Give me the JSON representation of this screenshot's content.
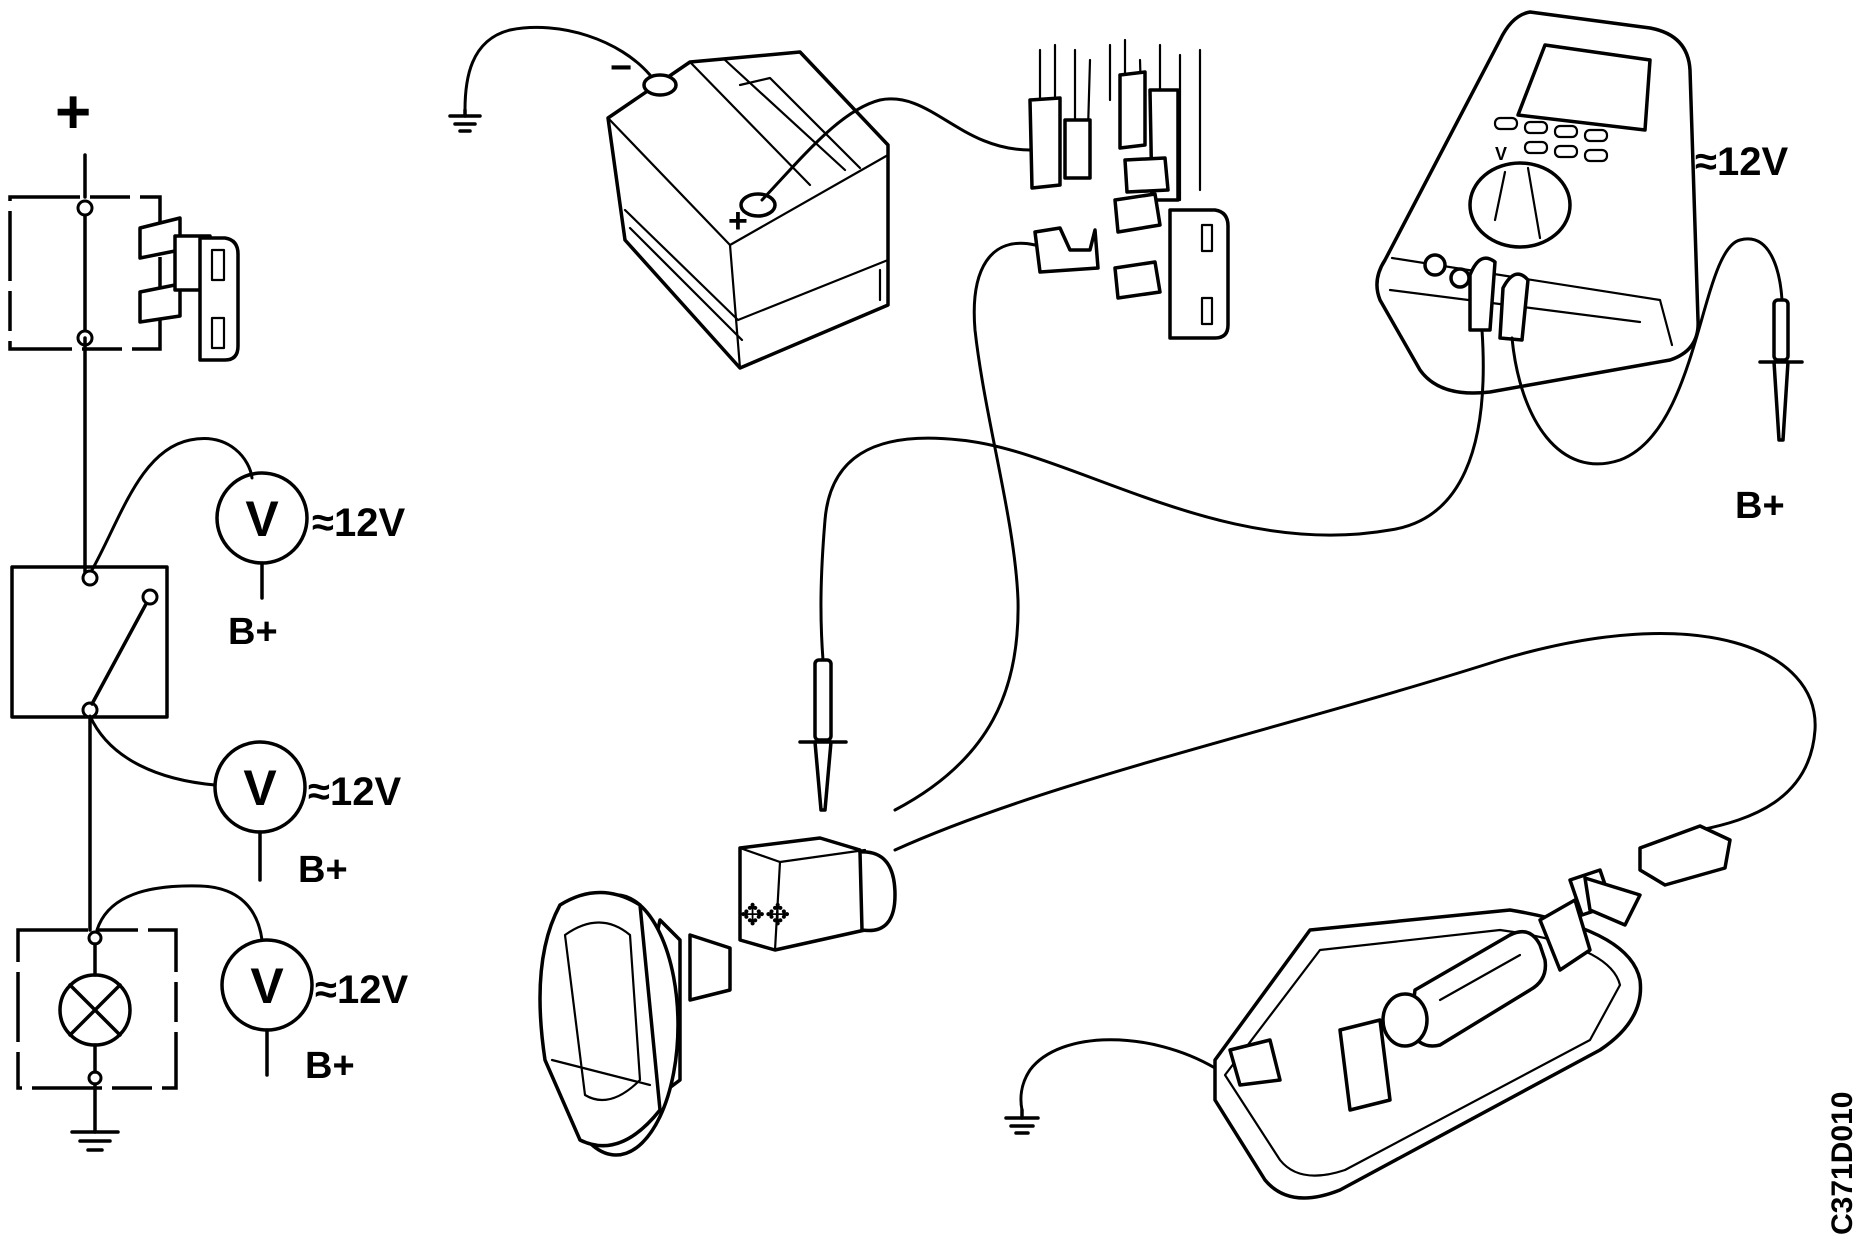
{
  "schematic": {
    "supply_label": "+",
    "meter_symbol": "V",
    "reading_1": "≈12V",
    "reading_2": "≈12V",
    "reading_3": "≈12V",
    "ref_1": "B+",
    "ref_2": "B+",
    "ref_3": "B+"
  },
  "battery": {
    "neg_label": "−",
    "pos_label": "+"
  },
  "multimeter": {
    "reading": "≈12V",
    "mode_label": "V",
    "probe_ref": "B+"
  },
  "figure_code": "C371D010"
}
